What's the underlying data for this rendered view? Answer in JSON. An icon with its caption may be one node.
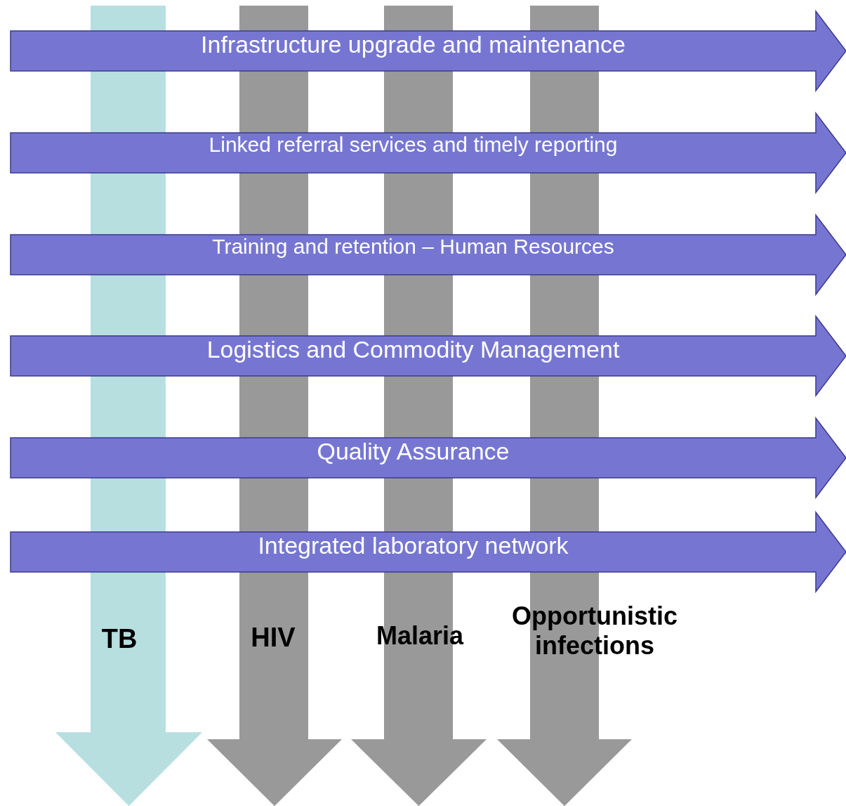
{
  "diagram": {
    "nodes": [
      {
        "text": [
          "Infrastructure upgrade and maintenance"
        ]
      },
      {
        "text": [
          "Linked referral services and timely reporting"
        ]
      },
      {
        "text": [
          "Training and retention – Human Resources"
        ]
      },
      {
        "text": [
          "Logistics and Commodity Management"
        ]
      },
      {
        "text": [
          "Quality Assurance"
        ]
      },
      {
        "text": [
          "Integrated laboratory network"
        ]
      },
      {
        "text": [
          "TB"
        ]
      },
      {
        "text": [
          "HIV"
        ]
      },
      {
        "text": [
          "Malaria"
        ]
      },
      {
        "text": [
          "Opportunistic infections"
        ]
      }
    ]
  }
}
